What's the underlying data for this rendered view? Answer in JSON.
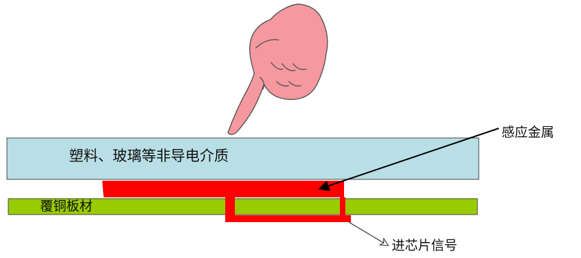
{
  "labels": {
    "dielectric": "塑料、玻璃等非导电介质",
    "copper_board": "覆铜板材",
    "sensing_metal": "感应金属",
    "to_chip_signal": "进芯片信号"
  },
  "colors": {
    "dielectric_fill": "#b9dfe6",
    "copper_board_fill": "#99cc00",
    "sensing_metal_fill": "#ff0000",
    "hand_fill": "#f5999f",
    "outline": "#333333"
  },
  "icons": {
    "hand": "pointing-hand-icon"
  }
}
